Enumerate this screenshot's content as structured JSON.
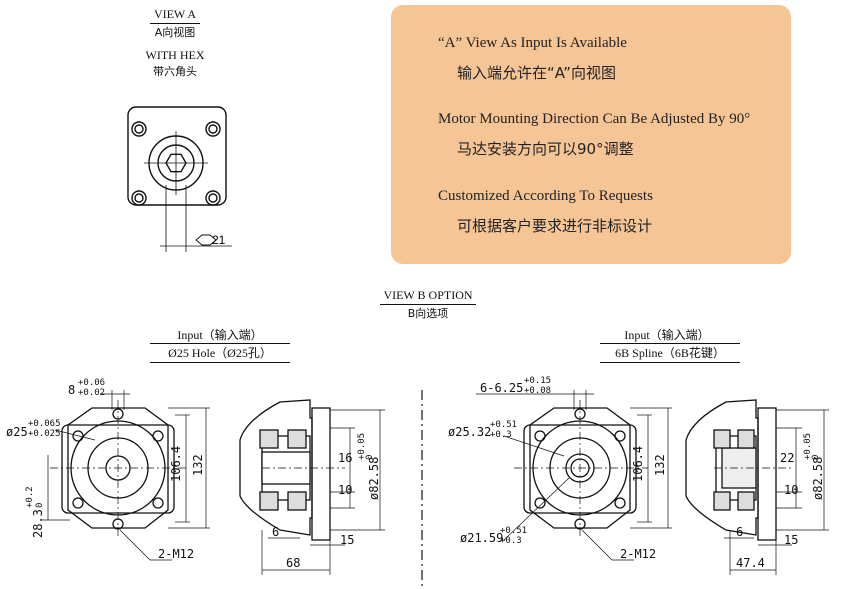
{
  "view_a": {
    "title": "VIEW A",
    "title_cn": "A向视图",
    "subtitle": "WITH HEX",
    "subtitle_cn": "带六角头",
    "hex_dim": "21"
  },
  "notes": [
    {
      "en": "“A” View As Input Is Available",
      "cn": "输入端允许在“A”向视图"
    },
    {
      "en": "Motor Mounting Direction Can Be Adjusted By 90°",
      "cn": "马达安装方向可以90°调整"
    },
    {
      "en": "Customized According To Requests",
      "cn": "可根据客户要求进行非标设计"
    }
  ],
  "view_b": {
    "title": "VIEW B OPTION",
    "title_cn": "B向选项"
  },
  "left_option": {
    "input_label": "Input（输入端）",
    "input_desc": "Ø25 Hole（Ø25孔）",
    "dims": {
      "slot_width": "8",
      "slot_tol_upper": "+0.06",
      "slot_tol_lower": "+0.02",
      "bore_dia": "ø25",
      "bore_tol_upper": "+0.065",
      "bore_tol_lower": "+0.025",
      "height_1064": "106.4",
      "height_132": "132",
      "key_283": "28.3",
      "key_tol_upper": "+0.2",
      "key_tol_lower": "0",
      "holes": "2-M12",
      "d16": "16",
      "d10": "10",
      "pilot_dia": "ø82.58",
      "pilot_tol_upper": "+0.05",
      "pilot_tol_lower": "0",
      "d6": "6",
      "d15": "15",
      "d68": "68"
    }
  },
  "right_option": {
    "input_label": "Input（输入端）",
    "input_desc": "6B Spline（6B花键）",
    "dims": {
      "spline_width": "6-6.25",
      "spline_tol_upper": "+0.15",
      "spline_tol_lower": "+0.08",
      "outer_dia": "ø25.32",
      "outer_tol_upper": "+0.51",
      "outer_tol_lower": "+0.3",
      "inner_dia": "ø21.59",
      "inner_tol_upper": "+0.51",
      "inner_tol_lower": "+0.3",
      "height_1064": "106.4",
      "height_132": "132",
      "holes": "2-M12",
      "d22": "22",
      "d10": "10",
      "pilot_dia": "ø82.58",
      "pilot_tol_upper": "+0.05",
      "pilot_tol_lower": "0",
      "d6": "6",
      "d15": "15",
      "d474": "47.4"
    }
  }
}
